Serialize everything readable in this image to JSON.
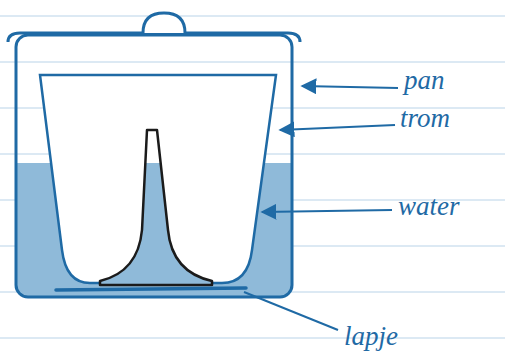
{
  "diagram": {
    "labels": [
      "pan",
      "trom",
      "water",
      "lapje"
    ]
  }
}
